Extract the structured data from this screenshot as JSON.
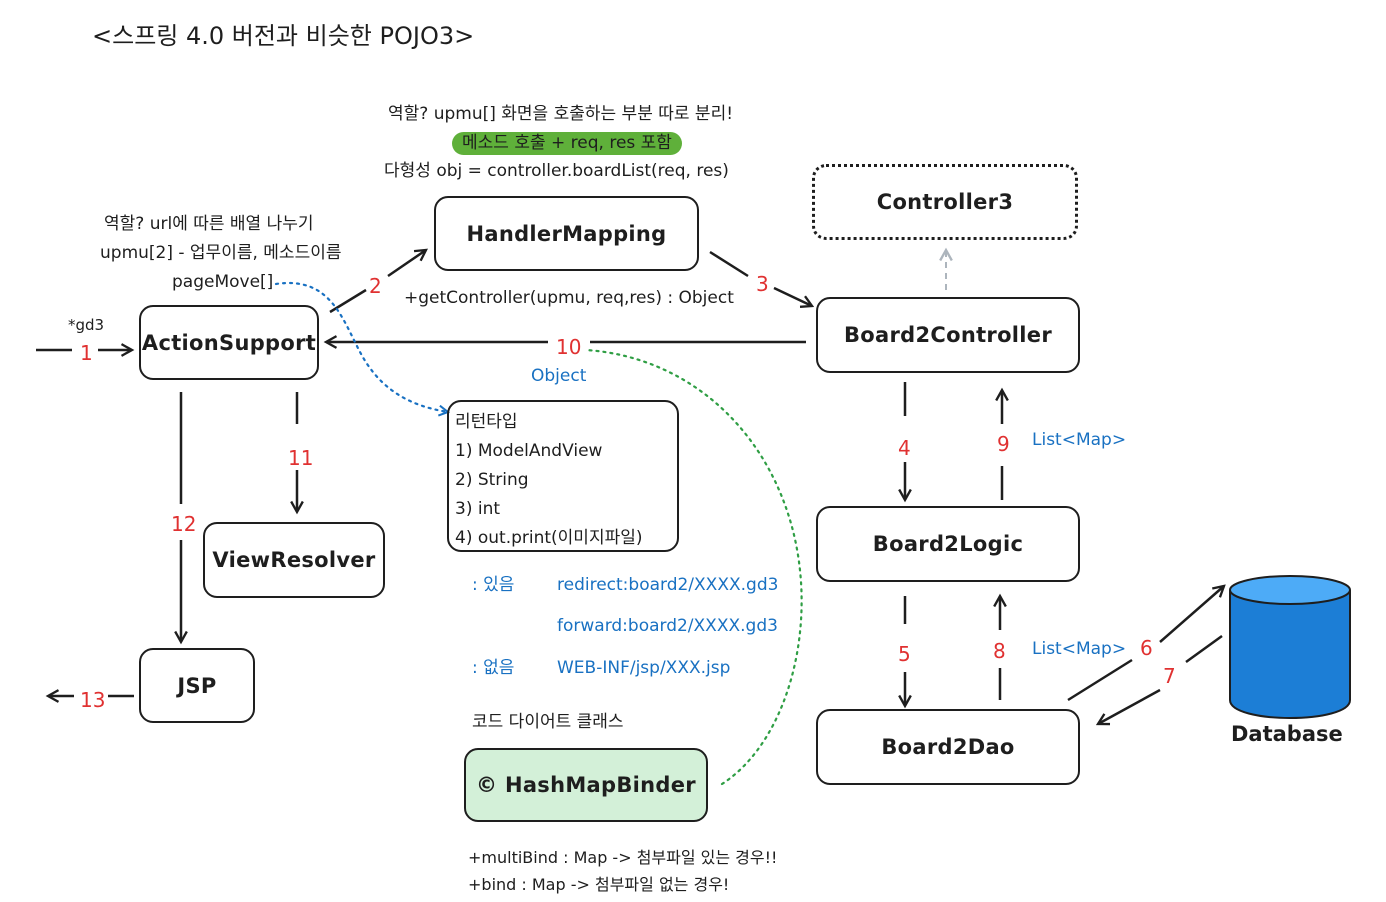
{
  "title": "<스프링 4.0 버전과 비슷한 POJO3>",
  "top_note": {
    "line1": "역할? upmu[] 화면을 호출하는 부분 따로 분리!",
    "line2": "메소드 호출 + req, res 포함",
    "line3": "다형성 obj = controller.boardList(req, res)"
  },
  "left_note": {
    "line1": "역할? url에 따른 배열 나누기",
    "line2": "upmu[2] - 업무이름, 메소드이름",
    "line3": "pageMove[]"
  },
  "boxes": {
    "action_support": "ActionSupport",
    "handler_mapping": "HandlerMapping",
    "controller3": "Controller3",
    "board2_controller": "Board2Controller",
    "board2_logic": "Board2Logic",
    "board2_dao": "Board2Dao",
    "view_resolver": "ViewResolver",
    "jsp": "JSP",
    "hashmap_binder": "© HashMapBinder",
    "database": "Database"
  },
  "return_types": {
    "header": "리턴타입",
    "items": [
      "1) ModelAndView",
      "2) String",
      "3) int",
      "4) out.print(이미지파일)"
    ]
  },
  "labels": {
    "gd3": "*gd3",
    "get_controller": "+getController(upmu, req,res) : Object",
    "object": "Object",
    "list_map_1": "List<Map>",
    "list_map_2": "List<Map>",
    "code_diet": "코드 다이어트 클래스",
    "multi_bind": "+multiBind : Map -> 첨부파일 있는 경우!!",
    "bind": "+bind : Map -> 첨부파일 없는 경우!"
  },
  "paths": {
    "has_label": ": 있음",
    "has_1": "redirect:board2/XXXX.gd3",
    "has_2": "forward:board2/XXXX.gd3",
    "none_label": ": 없음",
    "none_1": "WEB-INF/jsp/XXX.jsp"
  },
  "steps": [
    "1",
    "2",
    "3",
    "4",
    "5",
    "6",
    "7",
    "8",
    "9",
    "10",
    "11",
    "12",
    "13"
  ],
  "colors": {
    "ink": "#1e1e1e",
    "step_red": "#e03131",
    "note_blue": "#1971c2",
    "flow_green": "#2f9e44",
    "highlight_green": "#5fb03a",
    "binder_fill": "#d3f0d8",
    "db_fill": "#1c7ed6"
  }
}
